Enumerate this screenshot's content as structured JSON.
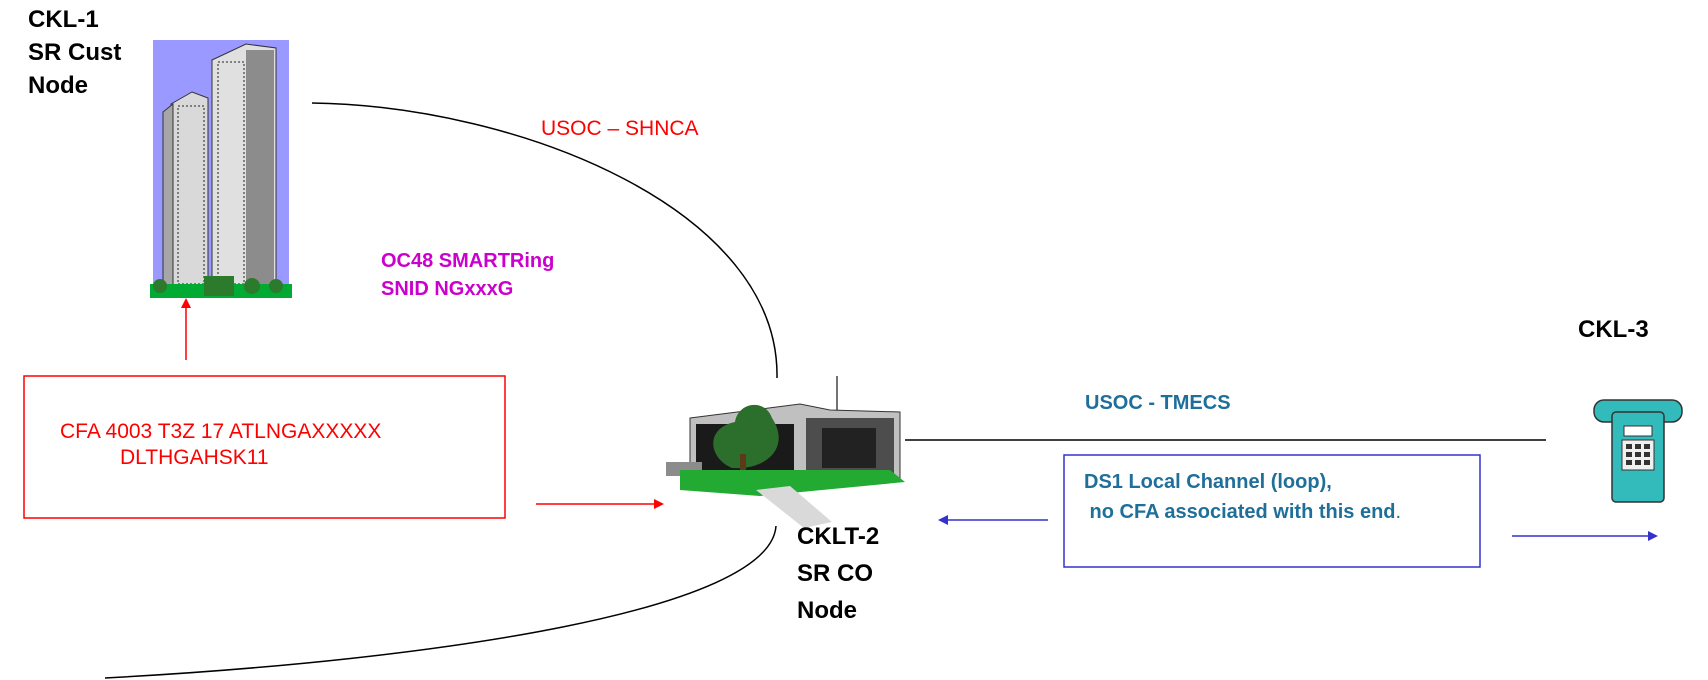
{
  "nodes": {
    "ckl1": [
      "CKL-1",
      "SR Cust",
      "Node"
    ],
    "cklt2": [
      "CKLT-2",
      "SR CO",
      "Node"
    ],
    "ckl3": "CKL-3"
  },
  "links": {
    "usoc_shnca": "USOC – SHNCA",
    "ring": [
      "OC48 SMARTRing",
      "SNID NGxxxG"
    ],
    "usoc_tmecs": "USOC - TMECS"
  },
  "boxes": {
    "cfa": [
      "CFA  4003 T3Z  17 ATLNGAXXXXX",
      "DLTHGAHSK11"
    ],
    "ds1": [
      "DS1 Local Channel (loop),",
      " no CFA associated with this end",
      "."
    ]
  },
  "colors": {
    "red": "#ff0000",
    "blue": "#3333cc",
    "magenta": "#cc00cc",
    "teal": "#1f6f9a"
  }
}
